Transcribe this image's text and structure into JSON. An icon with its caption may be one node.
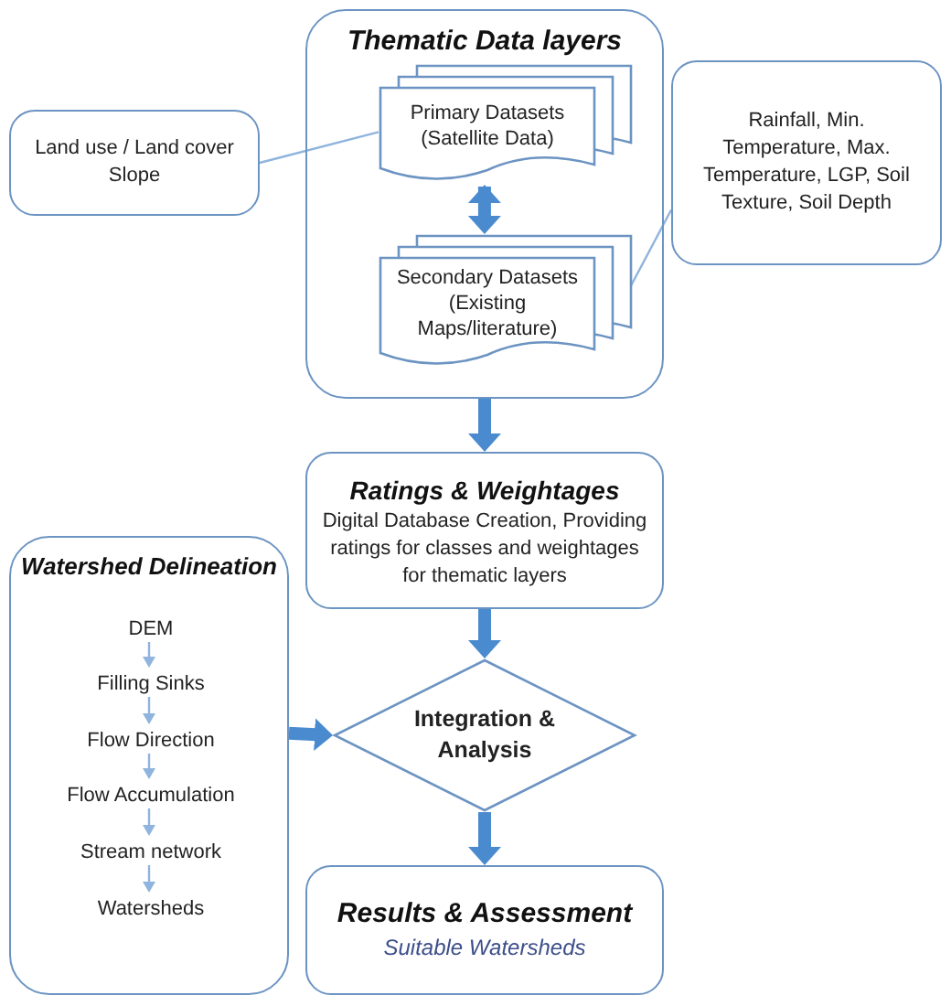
{
  "diagram": {
    "nodes": [
      {
        "text": [
          "Thematic Data layers"
        ]
      },
      {
        "text": [
          "Primary Datasets (Satellite Data)"
        ],
        "in": 0
      },
      {
        "text": [
          "Secondary Datasets (Existing Maps/literature)"
        ],
        "in": 0
      },
      {
        "text": [
          "Land use / Land cover",
          "Slope"
        ]
      },
      {
        "text": [
          "Rainfall, Min. Temperature, Max. Temperature, LGP, Soil Texture, Soil Depth"
        ]
      },
      {
        "text": [
          "Ratings & Weightages",
          "Digital Database Creation, Providing ratings for classes and weightages for thematic layers"
        ]
      },
      {
        "text": [
          "Watershed Delineation"
        ]
      },
      {
        "text": [
          "DEM"
        ],
        "in": 6
      },
      {
        "text": [
          "Filling Sinks"
        ],
        "in": 6
      },
      {
        "text": [
          "Flow Direction"
        ],
        "in": 6
      },
      {
        "text": [
          "Flow Accumulation"
        ],
        "in": 6
      },
      {
        "text": [
          "Stream network"
        ],
        "in": 6
      },
      {
        "text": [
          "Watersheds"
        ],
        "in": 6
      },
      {
        "text": [
          "Integration & Analysis"
        ]
      },
      {
        "text": [
          "Results & Assessment",
          "Suitable Watersheds"
        ]
      }
    ],
    "edges": [
      {
        "from": 3,
        "to": 1,
        "arrow": "none"
      },
      {
        "from": 4,
        "to": 2,
        "arrow": "none"
      },
      {
        "from": 1,
        "to": 2,
        "arrow": "both",
        "style": "thick"
      },
      {
        "from": 0,
        "to": 5,
        "arrow": "to",
        "style": "thick"
      },
      {
        "from": 5,
        "to": 13,
        "arrow": "to",
        "style": "thick"
      },
      {
        "from": 7,
        "to": 8,
        "arrow": "to"
      },
      {
        "from": 8,
        "to": 9,
        "arrow": "to"
      },
      {
        "from": 9,
        "to": 10,
        "arrow": "to"
      },
      {
        "from": 10,
        "to": 11,
        "arrow": "to"
      },
      {
        "from": 11,
        "to": 12,
        "arrow": "to"
      },
      {
        "from": 6,
        "to": 13,
        "arrow": "to",
        "style": "thick"
      },
      {
        "from": 13,
        "to": 14,
        "arrow": "to",
        "style": "thick"
      }
    ]
  }
}
